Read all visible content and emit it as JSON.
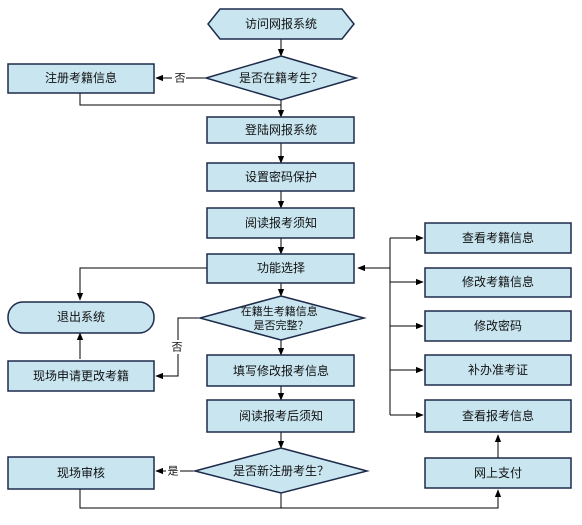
{
  "colors": {
    "fill": "#C8E5F0",
    "stroke": "#1D2B4B",
    "line": "#000000"
  },
  "nodes": {
    "start": "访问网报系统",
    "register_info": "注册考籍信息",
    "is_registered": "是否在籍考生？",
    "login": "登陆网报系统",
    "set_password": "设置密码保护",
    "read_notice": "阅读报考须知",
    "func_select": "功能选择",
    "exit": "退出系统",
    "info_complete": "在籍生考籍信息是否完整？",
    "onsite_change": "现场申请更改考籍",
    "fill_info": "填写修改报考信息",
    "read_after_notice": "阅读报考后须知",
    "is_new": "是否新注册考生？",
    "onsite_review": "现场审核",
    "view_status": "查看考籍信息",
    "modify_status": "修改考籍信息",
    "change_password": "修改密码",
    "reissue_card": "补办准考证",
    "view_exam": "查看报考信息",
    "online_pay": "网上支付"
  },
  "edge_labels": {
    "no_register": "否",
    "no_complete": "否",
    "yes_new": "是"
  }
}
